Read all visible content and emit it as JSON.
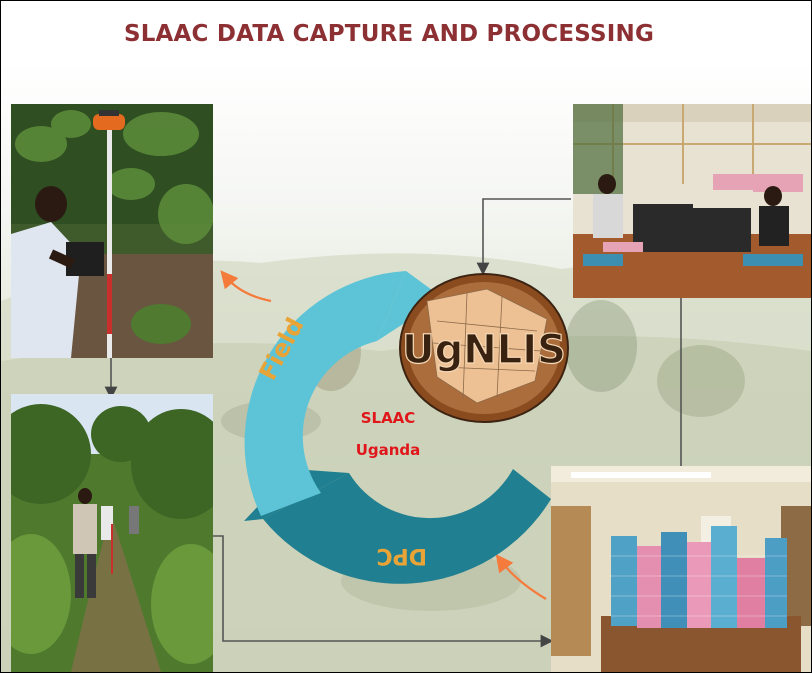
{
  "slide": {
    "title": "SLAAC DATA CAPTURE AND PROCESSING"
  },
  "cycle": {
    "field_label": "Field",
    "dpc_label": "DPC",
    "center_line1": "SLAAC",
    "center_line2": "Uganda"
  },
  "logo": {
    "text": "UgNLIS"
  },
  "photos": {
    "top_left": "field-survey-gnss-photo",
    "bottom_left": "field-team-walking-photo",
    "top_right": "data-processing-office-photo",
    "bottom_right": "archive-records-room-photo"
  },
  "colors": {
    "title": "#8d3033",
    "field_arc": "#5cc4d6",
    "dpc_arc": "#207f90",
    "arc_label": "#e8a437",
    "center_text": "#e0161b",
    "logo_fill": "#8a4b1f",
    "arrow_orange": "#f47b3b",
    "connector": "#444444"
  }
}
